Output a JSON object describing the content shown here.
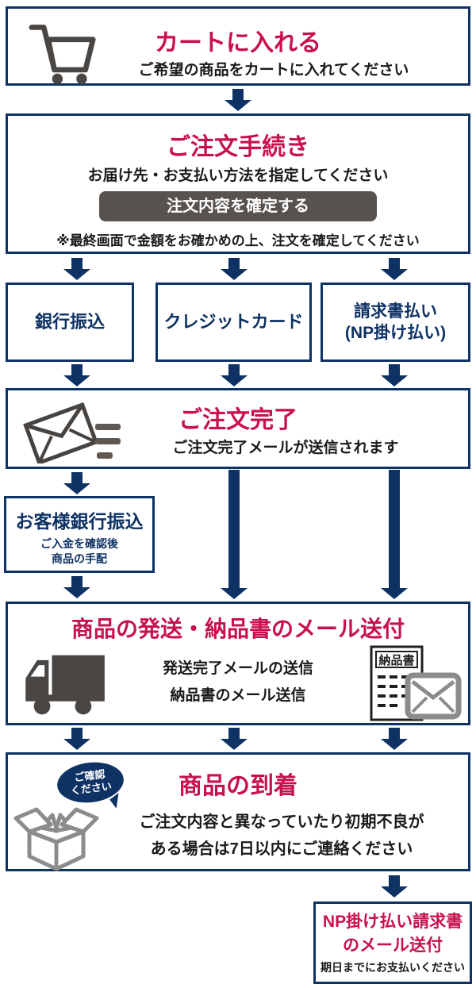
{
  "colors": {
    "navy": "#0e3264",
    "crimson": "#c9104e",
    "icon_gray": "#4a4643",
    "button_bg": "#57524e",
    "outline_gray": "#8c8c8c"
  },
  "steps": {
    "cart": {
      "title": "カートに入れる",
      "subtitle": "ご希望の商品をカートに入れてください"
    },
    "order": {
      "title": "ご注文手続き",
      "line1": "お届け先・お支払い方法を指定してください",
      "button_label": "注文内容を確定する",
      "note": "※最終画面で金額をお確かめの上、注文を確定してください"
    },
    "payments": [
      {
        "label": "銀行振込"
      },
      {
        "label": "クレジットカード"
      },
      {
        "label": "請求書払い",
        "label2": "(NP掛け払い)"
      }
    ],
    "complete": {
      "title": "ご注文完了",
      "subtitle": "ご注文完了メールが送信されます"
    },
    "bank": {
      "title": "お客様銀行振込",
      "line1": "ご入金を確認後",
      "line2": "商品の手配"
    },
    "shipping": {
      "title": "商品の発送・納品書のメール送付",
      "line1": "発送完了メールの送信",
      "line2": "納品書のメール送信",
      "doc_label": "納品書"
    },
    "arrival": {
      "title": "商品の到着",
      "badge_line1": "ご確認",
      "badge_line2": "ください",
      "line1": "ご注文内容と異なっていたり初期不良が",
      "line2": "ある場合は7日以内にご連絡ください"
    },
    "np": {
      "title_line1": "NP掛け払い請求書",
      "title_line2": "のメール送付",
      "note": "期日までにお支払いください"
    }
  }
}
